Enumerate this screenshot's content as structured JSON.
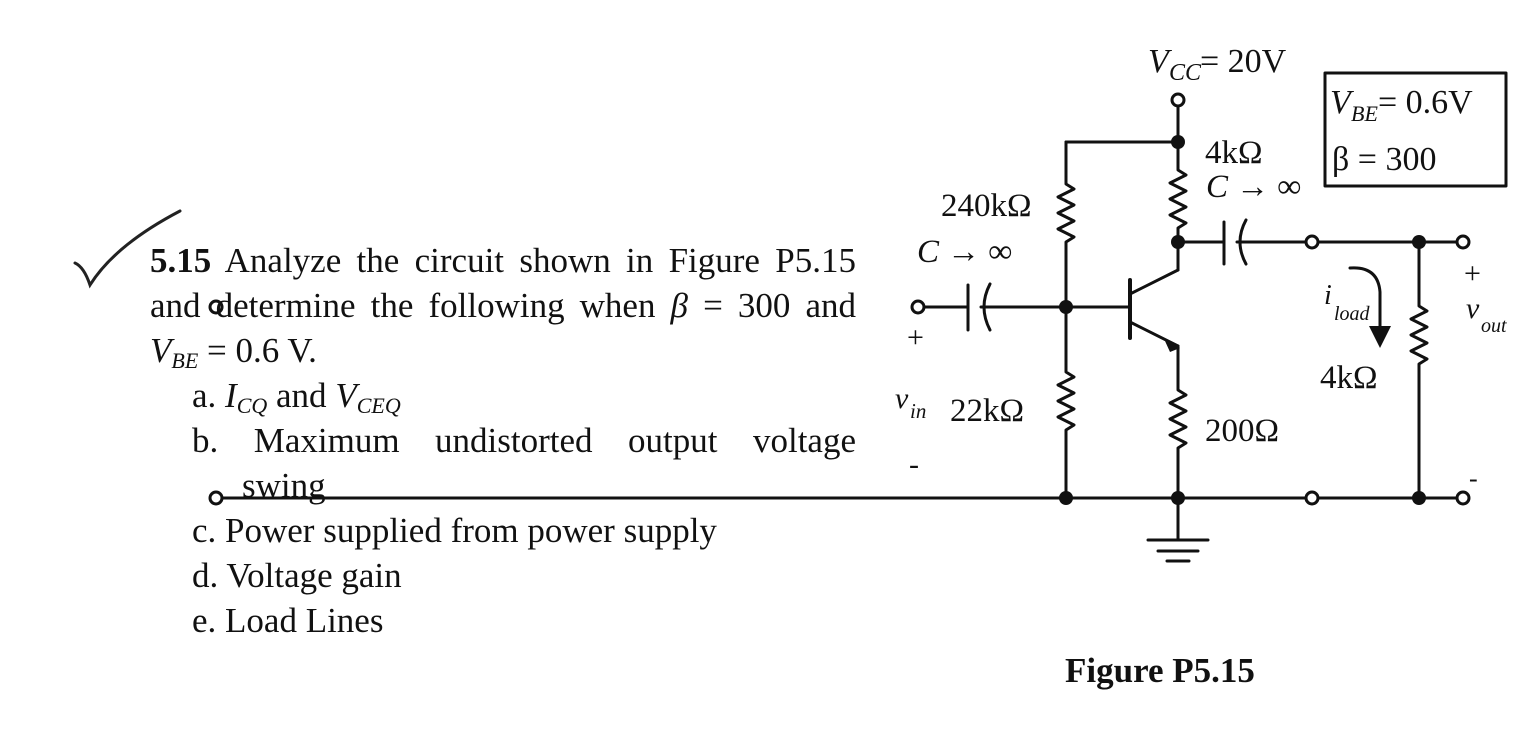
{
  "problem": {
    "number": "5.15",
    "intro_1": "Analyze the circuit shown in Figure P5.15",
    "intro_2a": "and determine the following when ",
    "beta_sym": "β",
    "intro_2b": " = 300 and",
    "vbe_sym": "V",
    "vbe_sub": "BE",
    "intro_3": " = 0.6 V.",
    "items": {
      "a_prefix": "a. ",
      "a_i": "I",
      "a_i_sub": "CQ",
      "a_and": " and ",
      "a_v": "V",
      "a_v_sub": "CEQ",
      "b": "b. Maximum undistorted output voltage",
      "b_cont": "swing",
      "c": "c. Power supplied from power supply",
      "d": "d. Voltage gain",
      "e": "e. Load Lines"
    }
  },
  "figure": {
    "caption": "Figure P5.15",
    "vcc_v": "V",
    "vcc_sub": "CC",
    "vcc_val": " = 20V",
    "given_vbe_v": "V",
    "given_vbe_sub": "BE",
    "given_vbe_val": " = 0.6V",
    "given_beta": "β = 300",
    "r_bias_top": "240kΩ",
    "r_bias_bottom": "22kΩ",
    "r_collector": "4kΩ",
    "r_emitter": "200Ω",
    "r_load": "4kΩ",
    "cap_in": "C → ∞",
    "cap_out": "C → ∞",
    "vin_v": "v",
    "vin_sub": "in",
    "vout_v": "v",
    "vout_sub": "out",
    "iload_i": "i",
    "iload_sub": "load",
    "plus": "+",
    "minus": "-"
  }
}
